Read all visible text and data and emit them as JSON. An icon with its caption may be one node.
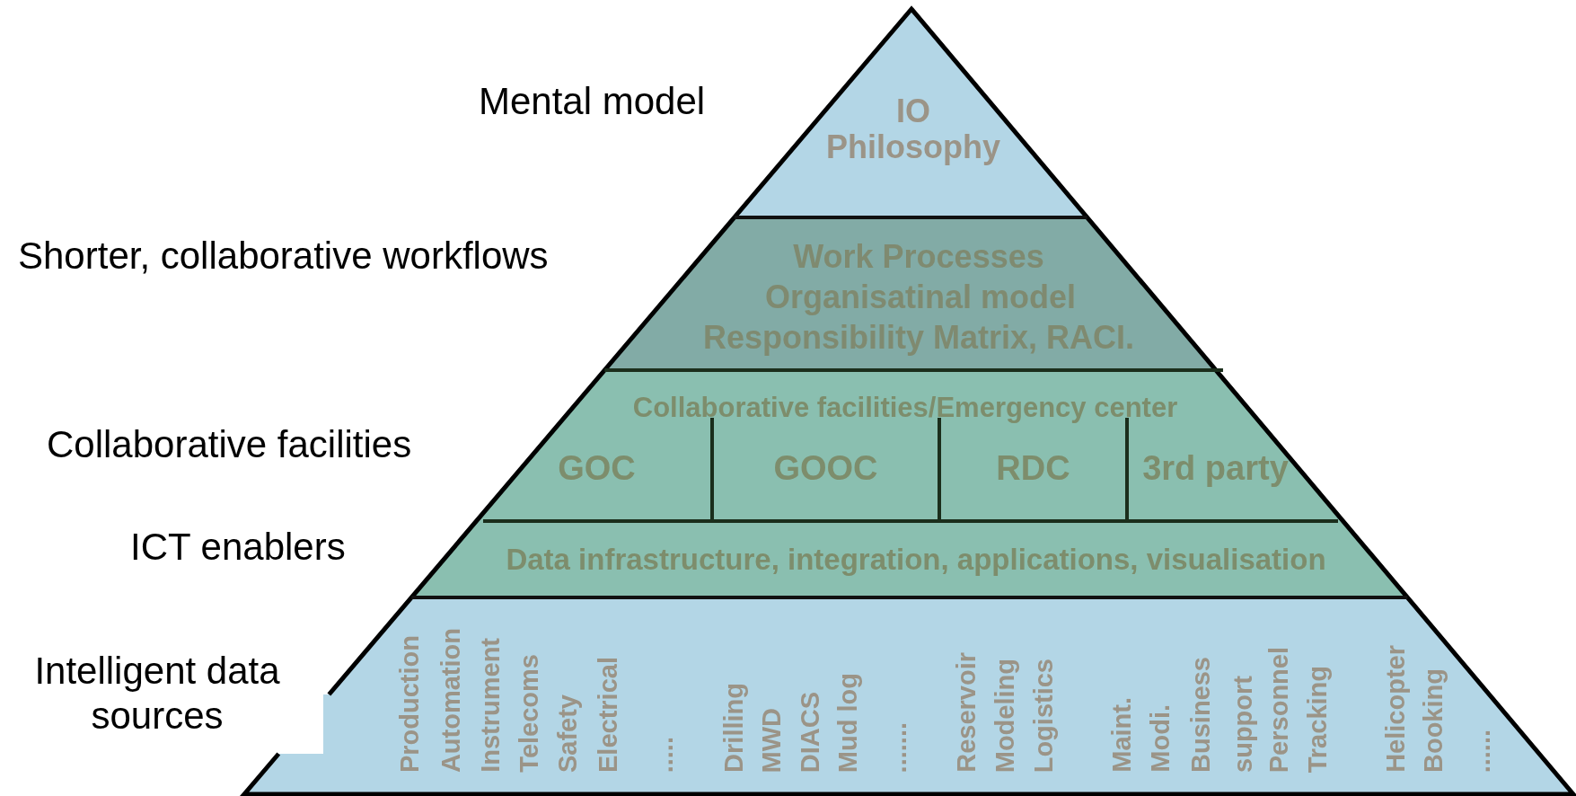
{
  "diagram": {
    "nodes": [
      {
        "text": [
          "IO Philosophy"
        ]
      },
      {
        "text": [
          "Work Processes",
          "Organisatinal model",
          "Responsibility Matrix, RACI."
        ]
      },
      {
        "text": [
          "Collaborative facilities/Emergency center"
        ]
      },
      {
        "text": [
          "GOC"
        ],
        "in": 2
      },
      {
        "text": [
          "GOOC"
        ],
        "in": 2
      },
      {
        "text": [
          "RDC"
        ],
        "in": 2
      },
      {
        "text": [
          "3rd party"
        ],
        "in": 2
      },
      {
        "text": [
          "Data infrastructure, integration, applications, visualisation"
        ]
      },
      {
        "text": [
          "Production",
          "Automation",
          "Instrument",
          "Telecoms",
          "Safety",
          "Electrical",
          ".....",
          "Drilling",
          "MWD",
          "DIACS",
          "Mud log",
          ".......",
          "Reservoir",
          "Modeling",
          "Logistics",
          "Maint.",
          "Modi.",
          "Business",
          "support",
          "Personnel",
          "Tracking",
          "Helicopter",
          "Booking",
          "......"
        ]
      }
    ],
    "labels": [
      "Mental model",
      "Shorter, collaborative workflows",
      "Collaborative facilities",
      "ICT enablers",
      "Intelligent data sources"
    ]
  }
}
